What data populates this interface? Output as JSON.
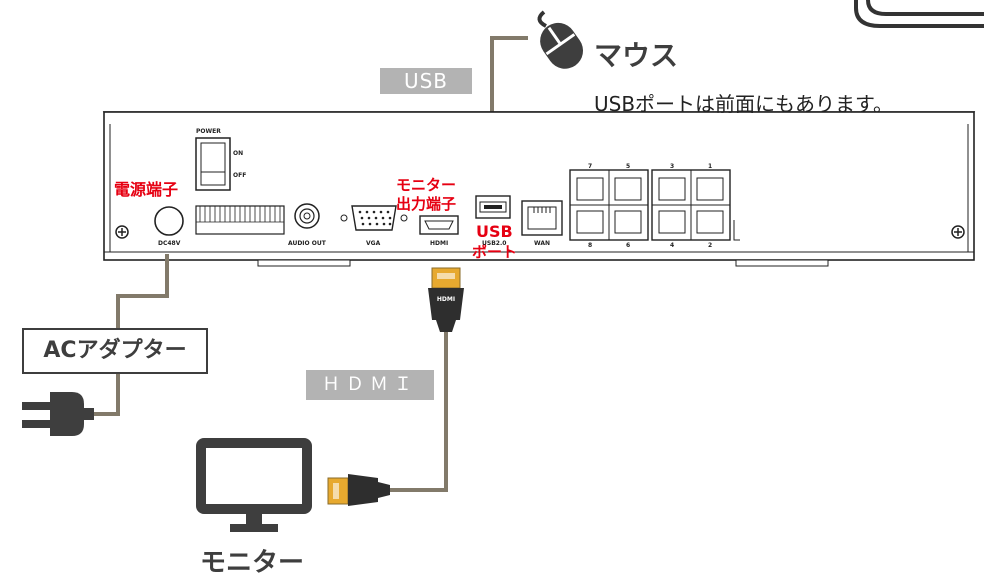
{
  "labels": {
    "usb_bar": "USB",
    "mouse": "マウス",
    "usb_front_note": "USBポートは前面にもあります。",
    "power_terminal": "電源端子",
    "monitor_out_line1": "モニター",
    "monitor_out_line2": "出力端子",
    "usb_port_line1": "USB",
    "usb_port_line2": "ポート",
    "ac_adapter": "ACアダプター",
    "hdmi_bar": "ＨＤＭＩ",
    "monitor": "モニター"
  },
  "panel": {
    "power": "POWER",
    "on": "ON",
    "off": "OFF",
    "dc": "DC48V",
    "audio_out": "AUDIO OUT",
    "vga": "VGA",
    "hdmi_port": "HDMI",
    "usb2": "USB2.0",
    "wan": "WAN",
    "port7": "7",
    "port5": "5",
    "port3": "3",
    "port1": "1",
    "port8": "8",
    "port6": "6",
    "port4": "4",
    "port2": "2"
  },
  "cable_labels": {
    "hdmi_plug": "HDMI"
  },
  "colors": {
    "cable": "#827a6a",
    "label_grey": "#b3b3b3",
    "accent_red": "#e60012",
    "text_dark": "#3e3e3e",
    "plug_gold": "#e7a92f"
  }
}
